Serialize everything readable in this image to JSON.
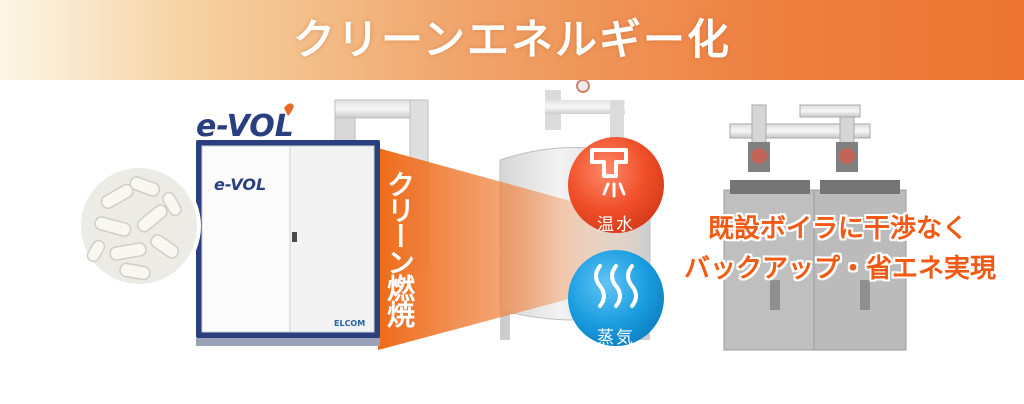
{
  "banner": {
    "title": "クリーンエネルギー化"
  },
  "product": {
    "logo": "e-VOL",
    "cabinet_logo": "e-VOL",
    "maker_label": "ELCOM"
  },
  "beam": {
    "label": "クリーン燃焼"
  },
  "hot_water": {
    "label": "温水",
    "icon": "faucet-icon",
    "color": "#ef5a32"
  },
  "steam": {
    "label": "蒸気",
    "icon": "steam-icon",
    "color": "#1a9ee0"
  },
  "caption": {
    "line1": "既設ボイラに干渉なく",
    "line2": "バックアップ・省エネ実現"
  },
  "colors": {
    "accent": "#ec7431",
    "cabinet_frame": "#2a3f80",
    "caption": "#f05a14"
  }
}
